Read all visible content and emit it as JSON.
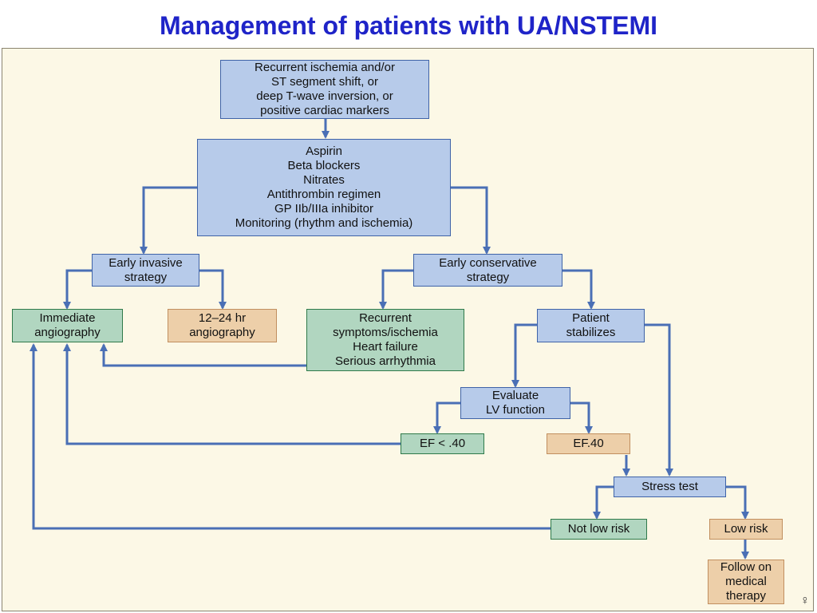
{
  "title": "Management of patients with UA/NSTEMI",
  "colors": {
    "title": "#1f24c8",
    "background": "#fcf8e6",
    "blue_box": "#b7cbea",
    "green_box": "#b1d6c0",
    "tan_box": "#edcfa9",
    "line": "#4a6fb5"
  },
  "nodes": {
    "initial": [
      "Recurrent ischemia and/or",
      "ST segment shift, or",
      "deep T-wave inversion, or",
      "positive cardiac markers"
    ],
    "therapy": [
      "Aspirin",
      "Beta blockers",
      "Nitrates",
      "Antithrombin regimen",
      "GP IIb/IIIa inhibitor",
      "Monitoring (rhythm and ischemia)"
    ],
    "early_invasive": [
      "Early invasive",
      "strategy"
    ],
    "early_conservative": [
      "Early conservative",
      "strategy"
    ],
    "immediate_angiography": [
      "Immediate",
      "angiography"
    ],
    "angiography_12_24": [
      "12–24 hr",
      "angiography"
    ],
    "recurrent_symptoms": [
      "Recurrent",
      "symptoms/ischemia",
      "Heart failure",
      "Serious arrhythmia"
    ],
    "patient_stabilizes": [
      "Patient",
      "stabilizes"
    ],
    "evaluate_lv": [
      "Evaluate",
      "LV function"
    ],
    "ef_less": [
      "EF < .40"
    ],
    "ef_40": [
      "EF.40"
    ],
    "stress_test": [
      "Stress test"
    ],
    "not_low_risk": [
      "Not low risk"
    ],
    "low_risk": [
      "Low risk"
    ],
    "follow_on": [
      "Follow on",
      "medical",
      "therapy"
    ]
  },
  "corner_icon": "stethoscope-icon"
}
